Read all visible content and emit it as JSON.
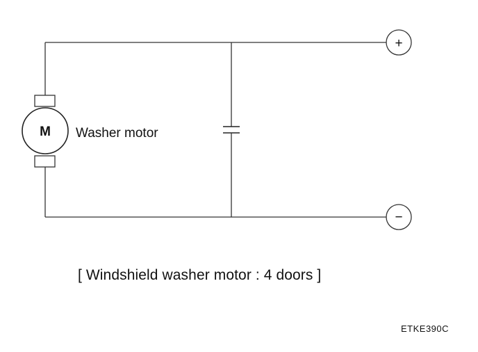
{
  "diagram": {
    "motor_symbol": "M",
    "motor_label": "Washer motor",
    "terminal_positive": "+",
    "terminal_negative": "−",
    "caption": "[ Windshield washer motor : 4 doors ]",
    "figure_code": "ETKE390C"
  },
  "colors": {
    "line": "#333333",
    "text": "#111111",
    "background": "#ffffff"
  }
}
